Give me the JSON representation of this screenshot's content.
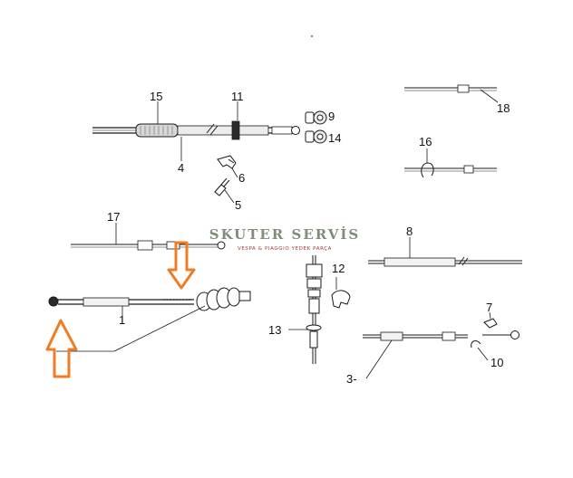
{
  "diagram": {
    "part_labels": {
      "p1": "1",
      "p3": "3-",
      "p4": "4",
      "p5": "5",
      "p6": "6",
      "p7": "7",
      "p8": "8",
      "p9": "9",
      "p10": "10",
      "p11": "11",
      "p12": "12",
      "p13": "13",
      "p14": "14",
      "p15": "15",
      "p16": "16",
      "p17": "17",
      "p18": "18"
    },
    "watermark": {
      "title": "SKUTER SERVİS",
      "subtitle": "VESPA & PIAGGIO YEDEK PARÇA"
    },
    "colors": {
      "line": "#1a1a1a",
      "highlight_arrow": "#f07d24",
      "watermark_text": "#7e8e78",
      "watermark_sub": "#a23a3a"
    }
  }
}
